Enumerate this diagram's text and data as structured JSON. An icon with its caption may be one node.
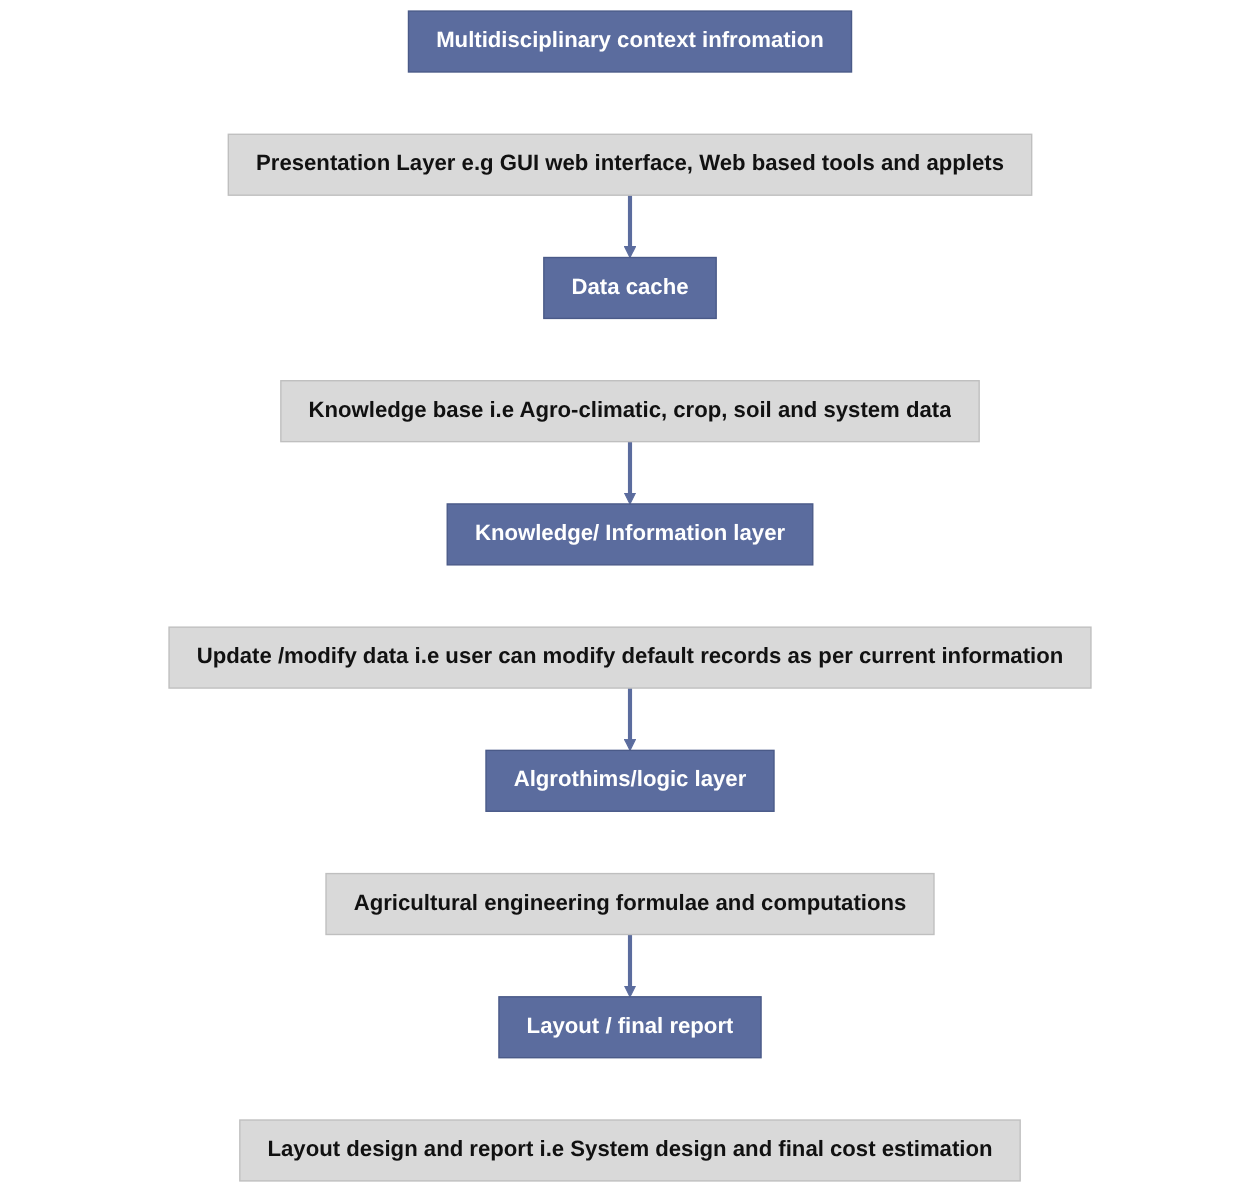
{
  "diagram": {
    "nodes": [
      {
        "text": [
          "Multidisciplinary context infromation"
        ]
      },
      {
        "text": [
          "Presentation Layer  e.g  GUI web interface,  Web based tools and applets"
        ]
      },
      {
        "text": [
          "Data  cache"
        ]
      },
      {
        "text": [
          "Knowledge base i.e  Agro-climatic, crop, soil and system data"
        ]
      },
      {
        "text": [
          "Knowledge/  Information layer"
        ]
      },
      {
        "text": [
          "Update /modify data i.e  user can modify default records as per current information"
        ]
      },
      {
        "text": [
          "Algrothims/logic  layer"
        ]
      },
      {
        "text": [
          "Agricultural engineering formulae and computations"
        ]
      },
      {
        "text": [
          "Layout / final report"
        ]
      },
      {
        "text": [
          "Layout design and report  i.e  System design and final cost estimation"
        ]
      }
    ],
    "edges": [
      {
        "from": 1,
        "to": 2,
        "arrow": "to"
      },
      {
        "from": 3,
        "to": 4,
        "arrow": "to"
      },
      {
        "from": 5,
        "to": 6,
        "arrow": "to"
      },
      {
        "from": 7,
        "to": 8,
        "arrow": "to"
      }
    ]
  }
}
